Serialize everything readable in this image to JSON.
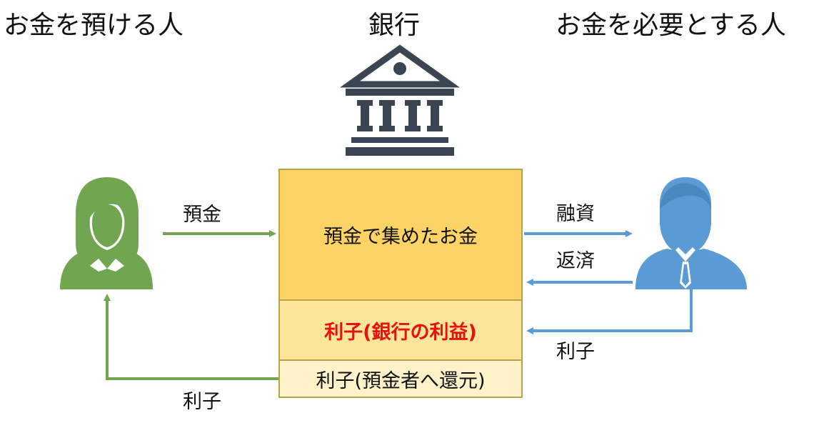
{
  "headers": {
    "depositor": "お金を預ける人",
    "bank": "銀行",
    "borrower": "お金を必要とする人"
  },
  "boxes": {
    "main": "預金で集めたお金",
    "profit": "利子(銀行の利益)",
    "returned": "利子(預金者へ還元)"
  },
  "arrows": {
    "deposit": "預金",
    "loan": "融資",
    "repayment": "返済",
    "interest_in": "利子",
    "interest_out": "利子"
  },
  "colors": {
    "green": "#72a550",
    "blue": "#5b9bd5",
    "bank_icon": "#3a4553",
    "box_main": "#fcd364",
    "box_profit": "#fde69a",
    "box_return": "#fff2c8",
    "profit_text": "#e8110f"
  },
  "icons": {
    "depositor": "woman-silhouette-icon",
    "bank": "bank-building-icon",
    "borrower": "businessperson-silhouette-icon"
  }
}
